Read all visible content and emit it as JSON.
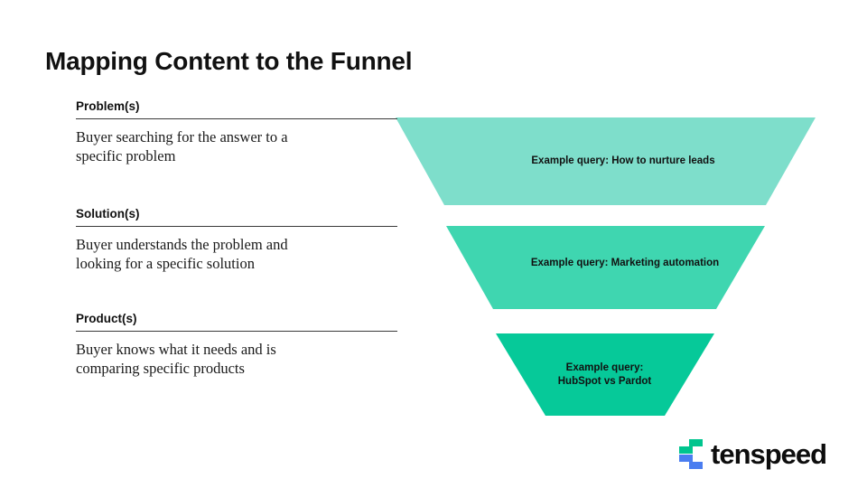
{
  "slide": {
    "title": "Mapping Content to the Funnel",
    "background_color": "#ffffff",
    "text_color": "#111111"
  },
  "stages": [
    {
      "label": "Problem(s)",
      "description": "Buyer searching for the answer to a\nspecific problem",
      "funnel_text": "Example query: How to nurture leads",
      "color": "#7EDECB"
    },
    {
      "label": "Solution(s)",
      "description": "Buyer understands the problem and\nlooking for a specific solution",
      "funnel_text": "Example query: Marketing automation",
      "color": "#3FD6B0"
    },
    {
      "label": "Product(s)",
      "description": "Buyer knows what it needs and is\ncomparing specific products",
      "funnel_text": "Example query:\nHubSpot vs Pardot",
      "color": "#06C999"
    }
  ],
  "logo": {
    "text": "tenspeed",
    "mark_color_top": "#00C58E",
    "mark_color_bottom": "#4A7DF0"
  }
}
